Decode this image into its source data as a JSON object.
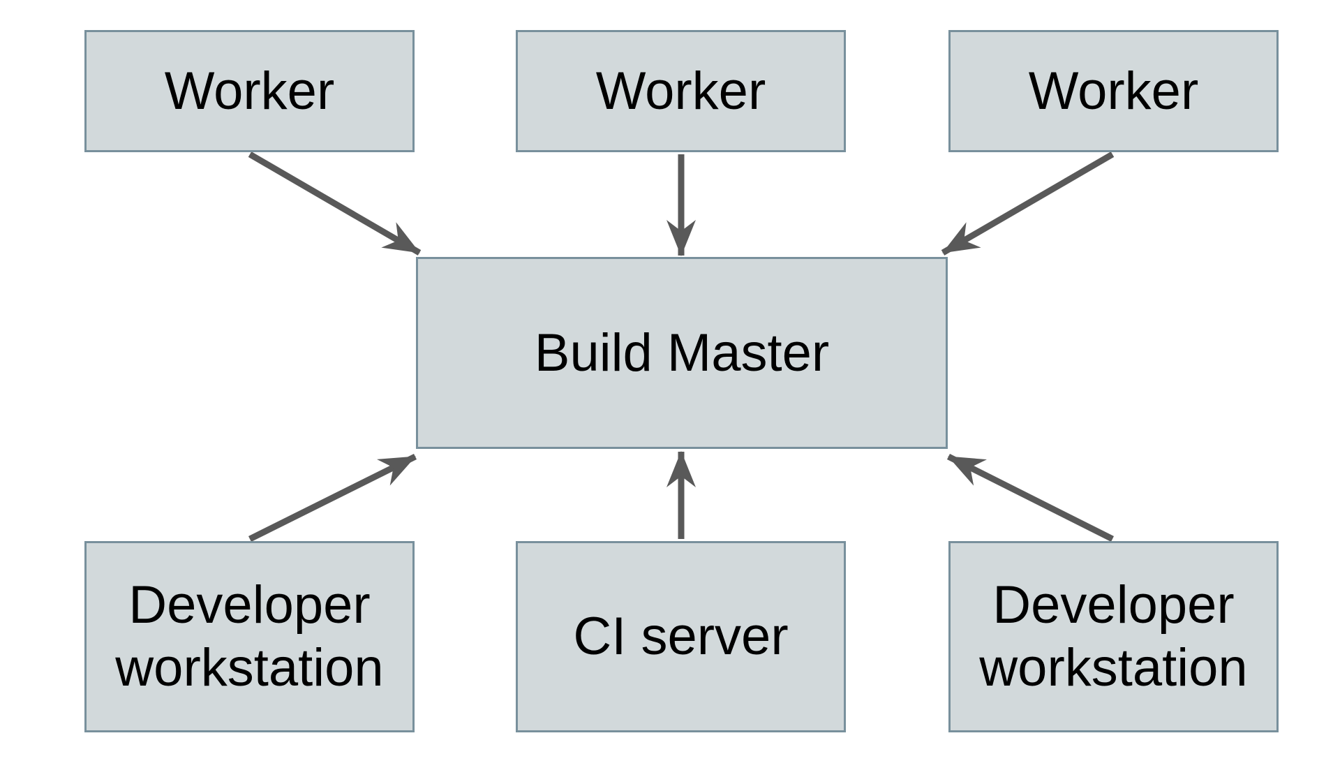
{
  "diagram": {
    "title": "Build Master diagram",
    "colors": {
      "background": "#ffffff",
      "node_fill": "#d2d9db",
      "node_border": "#78909c",
      "arrow": "#595959",
      "text": "#000000"
    },
    "nodes": {
      "worker_1": {
        "label": "Worker"
      },
      "worker_2": {
        "label": "Worker"
      },
      "worker_3": {
        "label": "Worker"
      },
      "build_master": {
        "label": "Build Master"
      },
      "dev_left": {
        "label": "Developer workstation"
      },
      "ci_server": {
        "label": "CI server"
      },
      "dev_right": {
        "label": "Developer workstation"
      }
    },
    "edges": [
      {
        "from": "worker_1",
        "to": "build_master",
        "direction": "down-right"
      },
      {
        "from": "worker_2",
        "to": "build_master",
        "direction": "down"
      },
      {
        "from": "worker_3",
        "to": "build_master",
        "direction": "down-left"
      },
      {
        "from": "dev_left",
        "to": "build_master",
        "direction": "up-right"
      },
      {
        "from": "ci_server",
        "to": "build_master",
        "direction": "up"
      },
      {
        "from": "dev_right",
        "to": "build_master",
        "direction": "up-left"
      }
    ]
  }
}
